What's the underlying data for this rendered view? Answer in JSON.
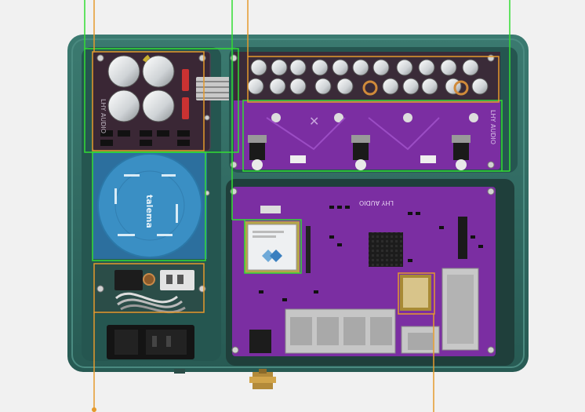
{
  "colors": {
    "background": "#f1f1f1",
    "chassis": "#2f6a61",
    "chassis_dark": "#1f4a44",
    "pcb_purple": "#7b2ea2",
    "power_board": "#3a2735",
    "transformer_blue": "#3a8fc4",
    "callout_green": "#33dd33",
    "callout_orange": "#e59a2c"
  },
  "labels": {
    "brand_top_board": "LHY AUDIO",
    "brand_main_board": "LHY AUDIO",
    "power_board_brand": "LHY AUDIO",
    "transformer_brand": "talema"
  },
  "icons": {
    "capacitor": "electrolytic-capacitor",
    "regulator": "voltage-regulator",
    "chip": "ic-chip",
    "connector": "connector-icon",
    "heatsink": "heatsink-icon",
    "ethernet": "ethernet-port-icon",
    "sfp": "sfp-cage-icon",
    "bnc": "bnc-connector-icon"
  }
}
